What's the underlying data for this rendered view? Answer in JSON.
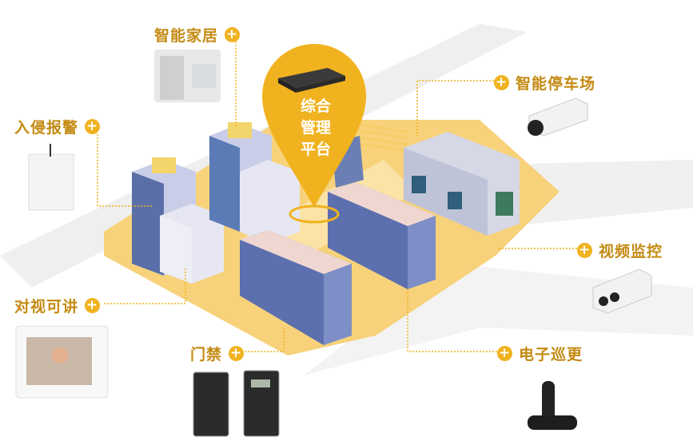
{
  "platform": {
    "lines": [
      "综合",
      "管理",
      "平台"
    ]
  },
  "subsystems": [
    {
      "label": "智能家居",
      "device": "smart-home-interior"
    },
    {
      "label": "入侵报警",
      "device": "alarm-box"
    },
    {
      "label": "对视可讲",
      "device": "video-intercom-monitor"
    },
    {
      "label": "门禁",
      "device": "access-card-readers"
    },
    {
      "label": "智能停车场",
      "device": "bullet-camera"
    },
    {
      "label": "视频监控",
      "device": "box-camera"
    },
    {
      "label": "电子巡更",
      "device": "patrol-stick"
    }
  ],
  "colors": {
    "accent": "#f0b21e",
    "label": "#c48a12",
    "plaza": "#f7d27a",
    "road": "#efefef"
  }
}
